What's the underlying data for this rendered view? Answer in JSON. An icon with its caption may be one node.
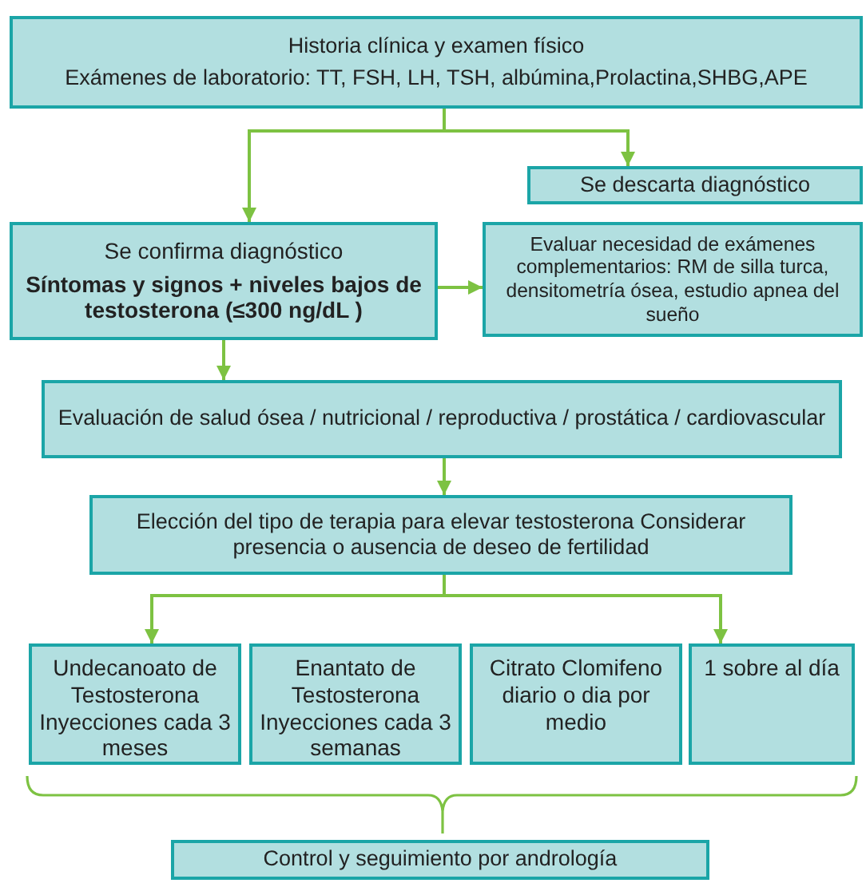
{
  "diagram": {
    "nodes": [
      {
        "text": [
          "Historia clínica y examen físico",
          "Exámenes de laboratorio: TT, FSH, LH, TSH, albúmina,Prolactina,SHBG,APE"
        ]
      },
      {
        "text": [
          "Se descarta diagnóstico"
        ]
      },
      {
        "text": [
          "Se confirma diagnóstico",
          "Síntomas y signos + niveles bajos de testosterona (≤300 ng/dL )"
        ]
      },
      {
        "text": [
          "Evaluar necesidad de exámenes complementarios: RM de silla turca, densitometría ósea, estudio apnea del sueño"
        ]
      },
      {
        "text": [
          "Evaluación de salud ósea / nutricional / reproductiva / prostática / cardiovascular"
        ]
      },
      {
        "text": [
          "Elección del tipo de terapia para elevar testosterona Considerar presencia o ausencia de deseo de fertilidad"
        ]
      },
      {
        "text": [
          "Undecanoato de Testosterona Inyecciones cada 3 meses"
        ]
      },
      {
        "text": [
          "Enantato de Testosterona Inyecciones cada 3 semanas"
        ]
      },
      {
        "text": [
          "Citrato Clomifeno diario o dia por medio"
        ]
      },
      {
        "text": [
          "1 sobre al día"
        ]
      },
      {
        "text": [
          "Control y seguimiento por andrología"
        ]
      }
    ],
    "edges": [
      {
        "from": 0,
        "to": 2,
        "arrow": "to"
      },
      {
        "from": 0,
        "to": 1,
        "arrow": "to"
      },
      {
        "from": 2,
        "to": 3,
        "arrow": "to"
      },
      {
        "from": 2,
        "to": 4,
        "arrow": "to"
      },
      {
        "from": 4,
        "to": 5,
        "arrow": "to"
      },
      {
        "from": 5,
        "to": 6,
        "arrow": "to"
      },
      {
        "from": 5,
        "to": 9,
        "arrow": "to"
      }
    ]
  }
}
